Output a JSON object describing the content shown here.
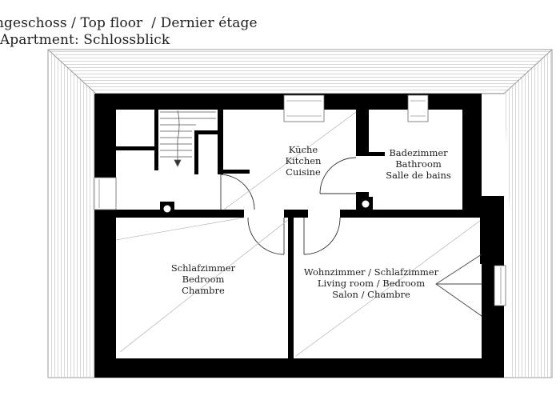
{
  "header": {
    "line1": "ngeschoss / Top floor  / Dernier étage",
    "line2": "-Apartment: Schlossblick"
  },
  "rooms": {
    "kitchen": [
      "Küche",
      "Kitchen",
      "Cuisine"
    ],
    "bathroom": [
      "Badezimmer",
      "Bathroom",
      "Salle de bains"
    ],
    "bedroom": [
      "Schlafzimmer",
      "Bedroom",
      "Chambre"
    ],
    "living": [
      "Wohnzimmer / Schlafzimmer",
      "Living room / Bedroom",
      "Salon / Chambre"
    ]
  },
  "colors": {
    "wall": "#000000",
    "roof_lines": "#c8c8c8",
    "background": "#ffffff"
  }
}
